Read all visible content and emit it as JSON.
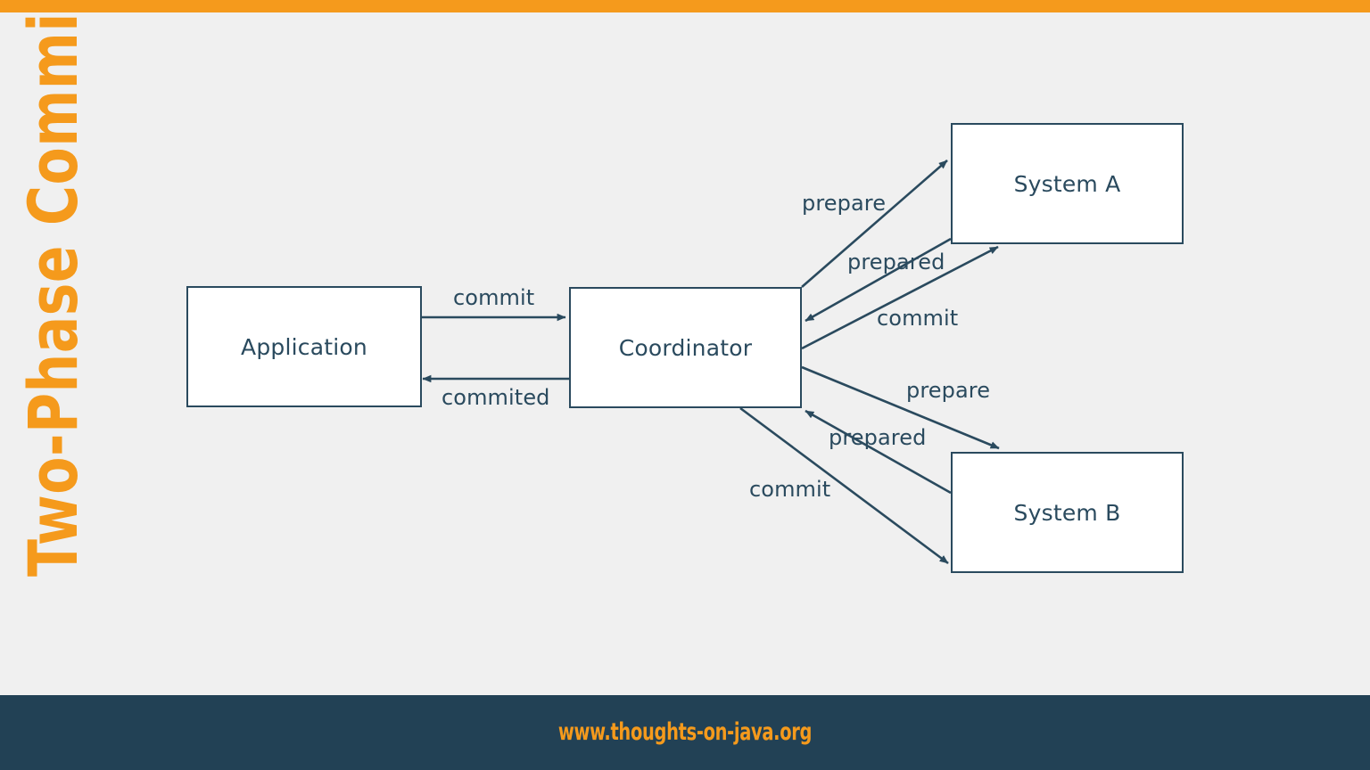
{
  "slide": {
    "title": "Two-Phase Commit",
    "background_color": "#f0f0f0",
    "accent_color": "#f59a1c",
    "footer_color": "#224155",
    "line_color": "#2a4a5e"
  },
  "footer": {
    "url": "www.thoughts-on-java.org"
  },
  "diagram": {
    "nodes": [
      {
        "id": "application",
        "label": "Application"
      },
      {
        "id": "coordinator",
        "label": "Coordinator"
      },
      {
        "id": "system-a",
        "label": "System A"
      },
      {
        "id": "system-b",
        "label": "System B"
      }
    ],
    "edges": [
      {
        "id": "commit-app",
        "label": "commit",
        "from": "application",
        "to": "coordinator"
      },
      {
        "id": "commited-app",
        "label": "commited",
        "from": "coordinator",
        "to": "application"
      },
      {
        "id": "prepare-a",
        "label": "prepare",
        "from": "coordinator",
        "to": "system-a"
      },
      {
        "id": "prepared-a",
        "label": "prepared",
        "from": "system-a",
        "to": "coordinator"
      },
      {
        "id": "commit-a",
        "label": "commit",
        "from": "coordinator",
        "to": "system-a"
      },
      {
        "id": "prepare-b",
        "label": "prepare",
        "from": "coordinator",
        "to": "system-b"
      },
      {
        "id": "prepared-b",
        "label": "prepared",
        "from": "system-b",
        "to": "coordinator"
      },
      {
        "id": "commit-b",
        "label": "commit",
        "from": "coordinator",
        "to": "system-b"
      }
    ]
  }
}
